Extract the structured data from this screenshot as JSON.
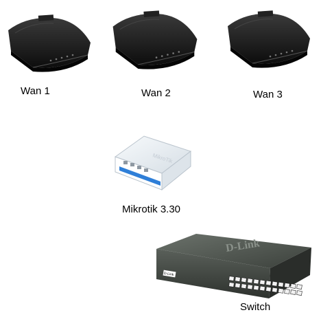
{
  "nodes": {
    "wan1": {
      "label": "Wan 1",
      "icon": "modem-icon"
    },
    "wan2": {
      "label": "Wan 2",
      "icon": "modem-icon"
    },
    "wan3": {
      "label": "Wan 3",
      "icon": "modem-icon"
    },
    "router": {
      "label": "Mikrotik 3.30",
      "icon": "router-icon",
      "brand_text": "MikroTik"
    },
    "switch": {
      "label": "Switch",
      "icon": "switch-icon",
      "brand_text": "D-Link",
      "badge_text": "D-Link"
    }
  },
  "colors": {
    "background": "#ffffff",
    "modem_body": "#1a1a1a",
    "router_body": "#e9eef2",
    "router_accent": "#2f7fd8",
    "switch_body": "#4a4f4a",
    "switch_port": "#f2f2f2"
  }
}
